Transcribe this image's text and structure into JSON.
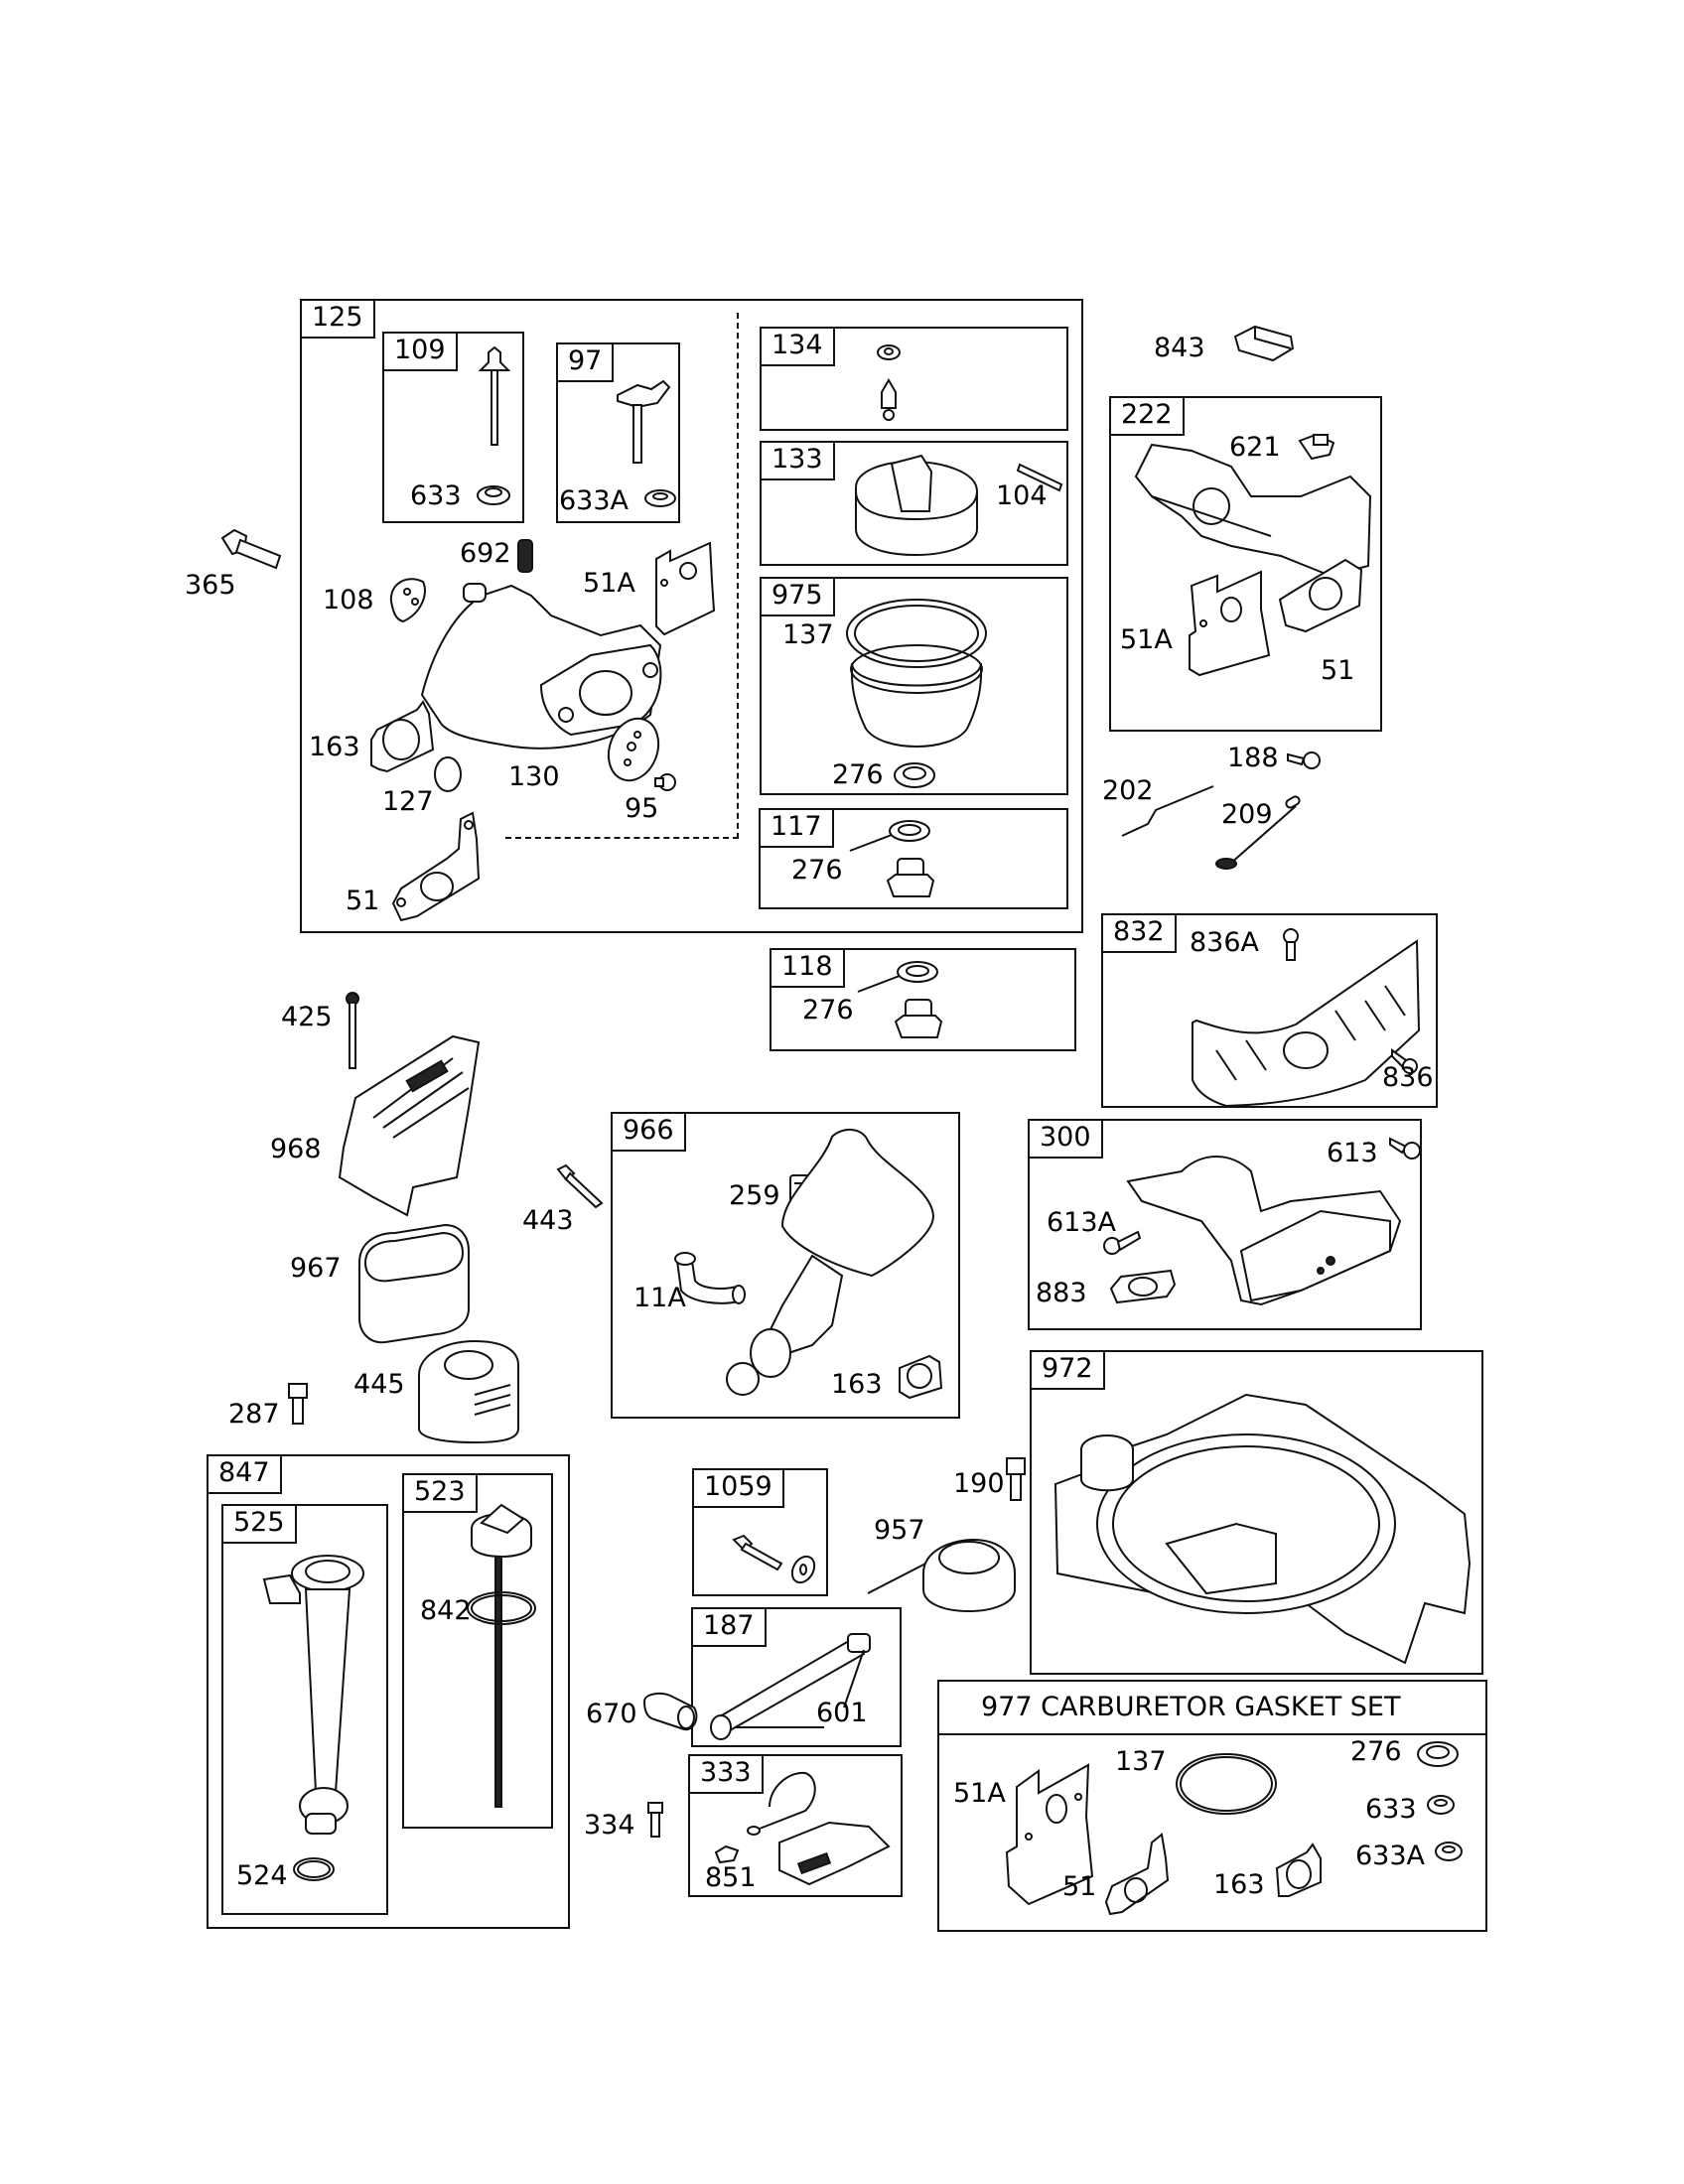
{
  "diagram": {
    "type": "exploded-parts-diagram",
    "subject": "engine carburetor, fuel tank, air cleaner and muffler parts",
    "groups": {
      "g125": {
        "ref": "125",
        "parts": [
          "109",
          "633",
          "97",
          "633A",
          "692",
          "51A",
          "108",
          "163",
          "127",
          "130",
          "95",
          "51"
        ]
      },
      "g109": {
        "ref": "109"
      },
      "g97": {
        "ref": "97"
      },
      "g134": {
        "ref": "134"
      },
      "g133": {
        "ref": "133",
        "parts": [
          "104"
        ]
      },
      "g975": {
        "ref": "975",
        "parts": [
          "137",
          "276"
        ]
      },
      "g117": {
        "ref": "117",
        "parts": [
          "276"
        ]
      },
      "g118": {
        "ref": "118",
        "parts": [
          "276"
        ]
      },
      "g222": {
        "ref": "222",
        "parts": [
          "621",
          "51A",
          "51"
        ]
      },
      "g832": {
        "ref": "832",
        "parts": [
          "836A",
          "836"
        ]
      },
      "g300": {
        "ref": "300",
        "parts": [
          "613",
          "613A",
          "883"
        ]
      },
      "g972": {
        "ref": "972"
      },
      "g966": {
        "ref": "966",
        "parts": [
          "259",
          "11A",
          "163"
        ]
      },
      "g847": {
        "ref": "847",
        "parts": [
          "525",
          "523"
        ]
      },
      "g525": {
        "ref": "525",
        "parts": [
          "524"
        ]
      },
      "g523": {
        "ref": "523",
        "parts": [
          "842"
        ]
      },
      "g1059": {
        "ref": "1059"
      },
      "g187": {
        "ref": "187",
        "parts": [
          "601"
        ]
      },
      "g333": {
        "ref": "333",
        "parts": [
          "851"
        ]
      },
      "g977": {
        "ref": "977",
        "title": "977 CARBURETOR  GASKET SET",
        "parts": [
          "51A",
          "137",
          "276",
          "633",
          "633A",
          "51",
          "163"
        ]
      }
    },
    "labels": {
      "p633": "633",
      "p633A": "633A",
      "p692": "692",
      "p51A": "51A",
      "p108": "108",
      "p163": "163",
      "p127": "127",
      "p130": "130",
      "p95": "95",
      "p51": "51",
      "p104": "104",
      "p137": "137",
      "p276": "276",
      "p365": "365",
      "p843": "843",
      "p621": "621",
      "p188": "188",
      "p202": "202",
      "p209": "209",
      "p836A": "836A",
      "p836": "836",
      "p613": "613",
      "p613A": "613A",
      "p883": "883",
      "p425": "425",
      "p968": "968",
      "p967": "967",
      "p445": "445",
      "p287": "287",
      "p443": "443",
      "p259": "259",
      "p11A": "11A",
      "p524": "524",
      "p842": "842",
      "p190": "190",
      "p957": "957",
      "p670": "670",
      "p601": "601",
      "p334": "334",
      "p851": "851"
    }
  }
}
